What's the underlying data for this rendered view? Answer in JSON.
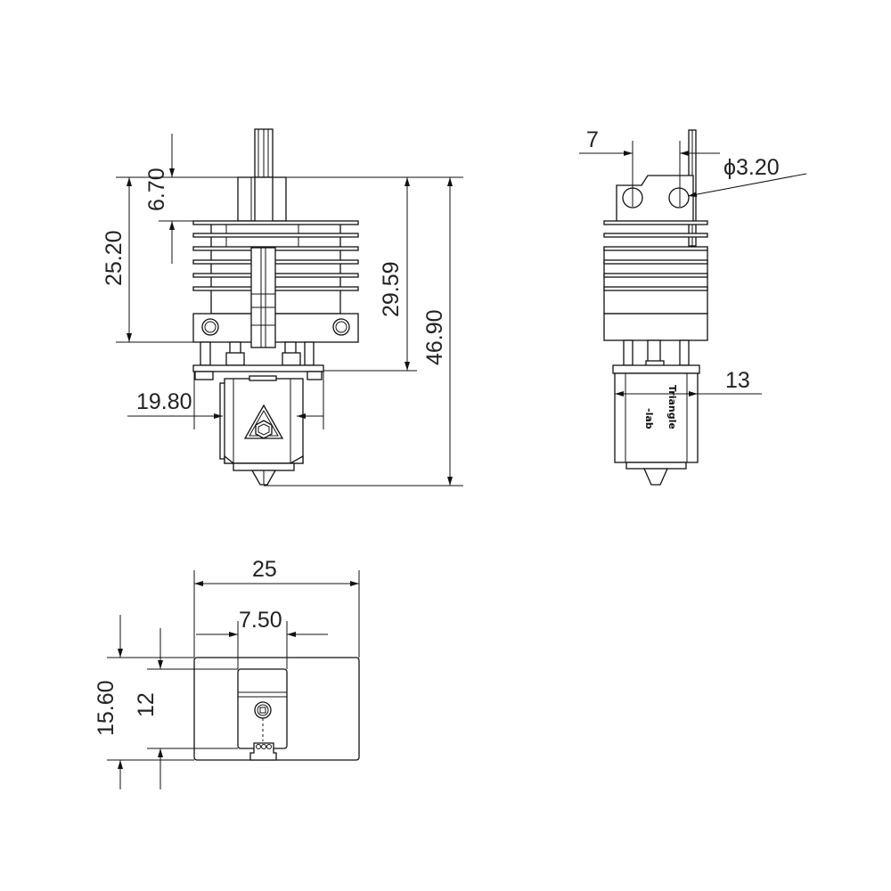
{
  "front_view": {
    "dims": {
      "throat_length": "6.70",
      "heatsink_height": "25.20",
      "upper_height": "29.59",
      "total_height": "46.90",
      "heater_width": "19.80"
    }
  },
  "side_view": {
    "dims": {
      "hole_spacing": "7",
      "hole_diameter": "ϕ3.20",
      "heater_depth": "13"
    },
    "logo_text": [
      "Triangle",
      "-lab"
    ]
  },
  "bottom_view": {
    "dims": {
      "width": "25",
      "inner_width": "7.50",
      "depth": "15.60",
      "inner_depth": "12"
    }
  }
}
